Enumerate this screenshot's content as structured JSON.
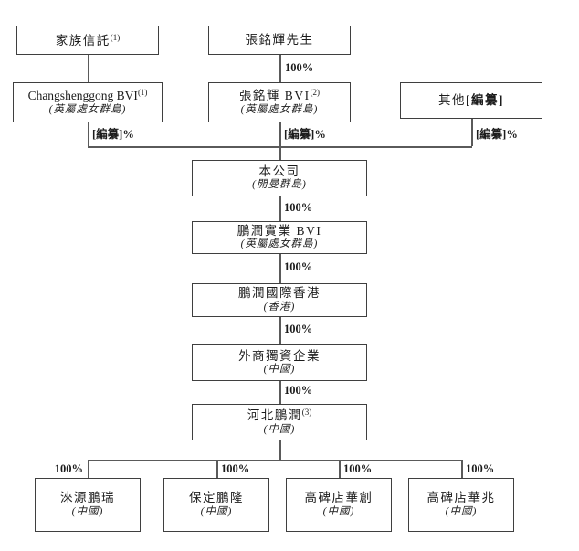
{
  "labels": {
    "pct_100": "100%",
    "redacted": "[編纂]",
    "pct_suffix": "%"
  },
  "nodes": {
    "family_trust": {
      "name": "家族信託",
      "sup": "(1)"
    },
    "mr_zhang": {
      "name": "張銘輝先生"
    },
    "changshenggong_bvi": {
      "name": "Changshenggong BVI",
      "sup": "(1)",
      "location": "(英屬處女群島)"
    },
    "zhang_bvi": {
      "name": "張銘輝 BVI",
      "sup": "(2)",
      "location": "(英屬處女群島)"
    },
    "others": {
      "name": "其他",
      "redacted": "[編纂]"
    },
    "company": {
      "name": "本公司",
      "location": "(開曼群島)"
    },
    "pengrun_industrial_bvi": {
      "name": "鵬潤實業 BVI",
      "location": "(英屬處女群島)"
    },
    "pengrun_intl_hk": {
      "name": "鵬潤國際香港",
      "location": "(香港)"
    },
    "wfoe": {
      "name": "外商獨資企業",
      "location": "(中國)"
    },
    "hebei_pengrun": {
      "name": "河北鵬潤",
      "sup": "(3)",
      "location": "(中國)"
    },
    "laiyuan_pengrui": {
      "name": "淶源鵬瑞",
      "location": "(中國)"
    },
    "baoding_penglong": {
      "name": "保定鵬隆",
      "location": "(中國)"
    },
    "gaobeidian_huachuang": {
      "name": "高碑店華創",
      "location": "(中國)"
    },
    "gaobeidian_huazhao": {
      "name": "高碑店華兆",
      "location": "(中國)"
    }
  },
  "edges": [
    {
      "from": "family_trust",
      "to": "changshenggong_bvi",
      "label": ""
    },
    {
      "from": "mr_zhang",
      "to": "zhang_bvi",
      "label": "100%"
    },
    {
      "from": "changshenggong_bvi",
      "to": "company",
      "label": "[編纂]%"
    },
    {
      "from": "zhang_bvi",
      "to": "company",
      "label": "[編纂]%"
    },
    {
      "from": "others",
      "to": "company",
      "label": "[編纂]%"
    },
    {
      "from": "company",
      "to": "pengrun_industrial_bvi",
      "label": "100%"
    },
    {
      "from": "pengrun_industrial_bvi",
      "to": "pengrun_intl_hk",
      "label": "100%"
    },
    {
      "from": "pengrun_intl_hk",
      "to": "wfoe",
      "label": "100%"
    },
    {
      "from": "wfoe",
      "to": "hebei_pengrun",
      "label": "100%"
    },
    {
      "from": "hebei_pengrun",
      "to": "laiyuan_pengrui",
      "label": "100%"
    },
    {
      "from": "hebei_pengrun",
      "to": "baoding_penglong",
      "label": "100%"
    },
    {
      "from": "hebei_pengrun",
      "to": "gaobeidian_huachuang",
      "label": "100%"
    },
    {
      "from": "hebei_pengrun",
      "to": "gaobeidian_huazhao",
      "label": "100%"
    }
  ]
}
